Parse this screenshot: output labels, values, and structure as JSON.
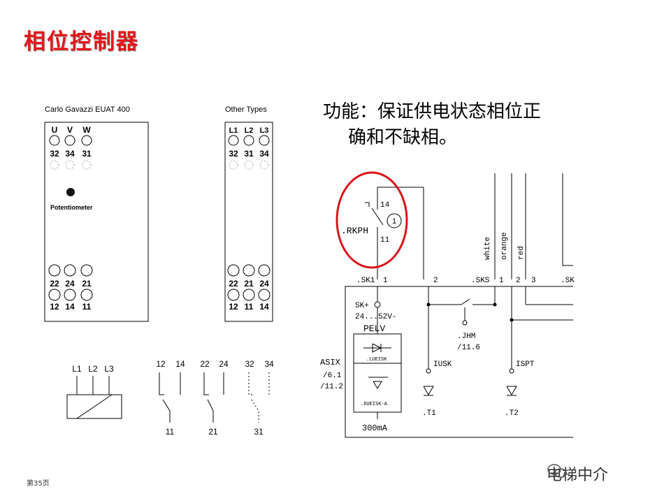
{
  "title": "相位控制器",
  "description": {
    "line1": "功能：保证供电状态相位正",
    "line2": "确和不缺相。"
  },
  "left_module": {
    "label": "Carlo Gavazzi EUAT 400",
    "top_letters": [
      "U",
      "V",
      "W"
    ],
    "top_numbers": [
      "32",
      "34",
      "31"
    ],
    "pot_label": "Potentiometer",
    "bottom_row1": [
      "22",
      "24",
      "21"
    ],
    "bottom_row2": [
      "12",
      "14",
      "11"
    ]
  },
  "right_module": {
    "label": "Other Types",
    "top_letters": [
      "L1",
      "L2",
      "L3"
    ],
    "top_numbers": [
      "32",
      "31",
      "34"
    ],
    "bottom_row1": [
      "22",
      "21",
      "24"
    ],
    "bottom_row2": [
      "12",
      "11",
      "14"
    ]
  },
  "coil_symbol": {
    "labels": [
      "L1",
      "L2",
      "L3"
    ]
  },
  "contacts": [
    {
      "nc": "12",
      "no": "14",
      "com": "11"
    },
    {
      "nc": "22",
      "no": "24",
      "com": "21"
    },
    {
      "nc": "32",
      "no": "34",
      "com": "31"
    }
  ],
  "schematic": {
    "relay_top": "14",
    "relay_bottom": "11",
    "relay_name": ".RKPH",
    "marker": "1",
    "wire_labels": [
      "white",
      "orange",
      "red"
    ],
    "terminal_block_1": ".SK1",
    "terminal_block_2": ".SKS",
    "terminal_block_3": ".SK",
    "terminal_numbers": [
      "1",
      "2",
      "1",
      "2",
      "3"
    ],
    "sk_label": "SK+",
    "voltage": "24...52V-",
    "pelv": "PELV",
    "lueisk": ".LUEISK",
    "dueisk": ".DUEISK-A",
    "jhm": ".JHM",
    "jhm_ref": "/11.6",
    "asix": [
      "ASIX",
      "/6.1",
      "/11.2"
    ],
    "iusk": "IUSK",
    "ispt": "ISPT",
    "t1": ".T1",
    "t2": ".T2",
    "current": "300mA"
  },
  "footer": "第35页",
  "watermark": "电梯中介"
}
